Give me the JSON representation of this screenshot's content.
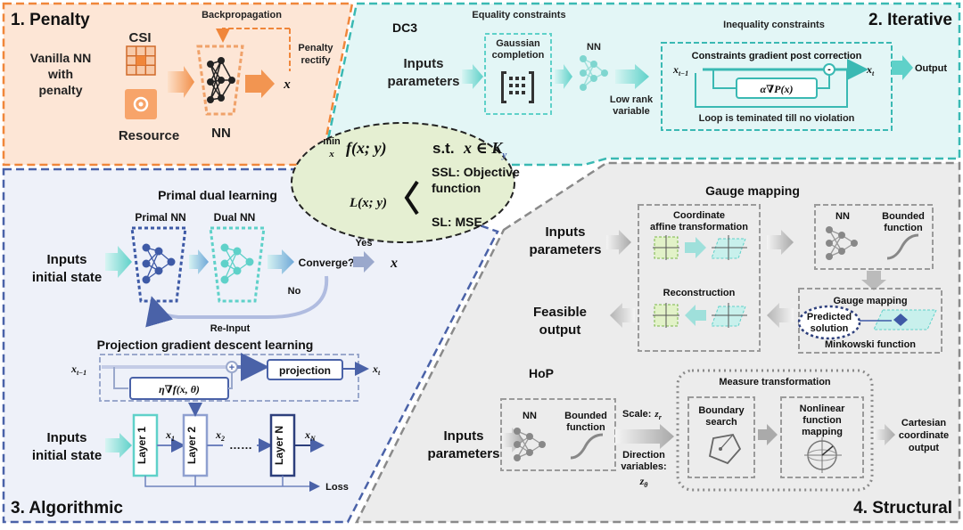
{
  "colors": {
    "penalty_bg": "#fde6d6",
    "penalty_border": "#f0863a",
    "iterative_bg": "#e3f6f6",
    "iterative_border": "#3ab9b3",
    "algorithmic_bg": "#eef1f9",
    "algorithmic_border": "#4a62a8",
    "structural_bg": "#ececec",
    "structural_border": "#8a8a8a",
    "center_bg": "#e5efd2",
    "accent_green": "#7ab648",
    "accent_blue": "#3e5aa6",
    "accent_teal": "#5fd1c9"
  },
  "penalty": {
    "title": "1. Penalty",
    "vanilla_lines": [
      "Vanilla NN",
      "with",
      "penalty"
    ],
    "csi": "CSI",
    "resource": "Resource",
    "backprop": "Backpropagation",
    "rectify_lines": [
      "Penalty",
      "rectify"
    ],
    "nn": "NN",
    "output_var": "x"
  },
  "iterative": {
    "title": "2. Iterative",
    "dc3": "DC3",
    "equality": "Equality constraints",
    "inequality": "Inequality constraints",
    "inputs_lines": [
      "Inputs",
      "parameters"
    ],
    "gaussian_lines": [
      "Gaussian",
      "completion"
    ],
    "nn": "NN",
    "lowrank_lines": [
      "Low rank",
      "variable"
    ],
    "gradient_post": "Constraints gradient post correction",
    "x_prev": "x",
    "x_prev_sub": "t−1",
    "x_next": "x",
    "x_next_sub": "t",
    "minus": "-",
    "alpha_term": "α∇P(x)",
    "loop_text": "Loop is teminated till no violation",
    "output": "Output"
  },
  "center": {
    "objective_min": "min",
    "objective_min_sub": "x",
    "objective_f": "f(x; y)",
    "st": "s.t.",
    "constraint": "x ∈ K",
    "constraint_sub": "y",
    "loss": "L(x; y)",
    "ssl_lines": [
      "SSL: Objective",
      "function"
    ],
    "sl": "SL: MSE"
  },
  "algorithmic": {
    "title": "3. Algorithmic",
    "primal_dual": "Primal dual learning",
    "primal_nn": "Primal NN",
    "dual_nn": "Dual NN",
    "inputs_lines": [
      "Inputs",
      "initial state"
    ],
    "converge": "Converge?",
    "yes": "Yes",
    "no": "No",
    "output_var": "x",
    "reinput": "Re-Input",
    "pgd_title": "Projection gradient descent learning",
    "x_prev": "x",
    "x_prev_sub": "t−1",
    "x_next": "x",
    "x_next_sub": "t",
    "gradient_term": "η∇f(x, θ)",
    "projection": "projection",
    "inputs2_lines": [
      "Inputs",
      "initial state"
    ],
    "layer1": "Layer 1",
    "layer2": "Layer 2",
    "layerN": "Layer N",
    "x1": "x",
    "x1_sub": "1",
    "x2": "x",
    "x2_sub": "2",
    "xN": "x",
    "xN_sub": "N",
    "dots": "……",
    "plus": "+",
    "loss": "Loss"
  },
  "structural": {
    "title": "4. Structural",
    "gauge_title": "Gauge mapping",
    "inputs_lines": [
      "Inputs",
      "parameters"
    ],
    "coord_lines": [
      "Coordinate",
      "affine transformation"
    ],
    "nn": "NN",
    "bounded_lines": [
      "Bounded",
      "function"
    ],
    "gauge_small": "Gauge mapping",
    "predicted_lines": [
      "Predicted",
      "solution"
    ],
    "minkowski": "Minkowski function",
    "reconstruction": "Reconstruction",
    "feasible_lines": [
      "Feasible",
      "output"
    ],
    "hop": "HoP",
    "inputs2_lines": [
      "Inputs",
      "parameters"
    ],
    "nn2": "NN",
    "bounded2_lines": [
      "Bounded",
      "function"
    ],
    "scale": "Scale:",
    "scale_var": "z",
    "scale_sub": "r",
    "direction_lines": [
      "Direction",
      "variables:"
    ],
    "direction_var": "z",
    "direction_sub": "θ",
    "measure": "Measure transformation",
    "boundary_lines": [
      "Boundary",
      "search"
    ],
    "nonlinear_lines": [
      "Nonlinear",
      "function",
      "mapping"
    ],
    "cartesian_lines": [
      "Cartesian",
      "coordinate",
      "output"
    ]
  }
}
